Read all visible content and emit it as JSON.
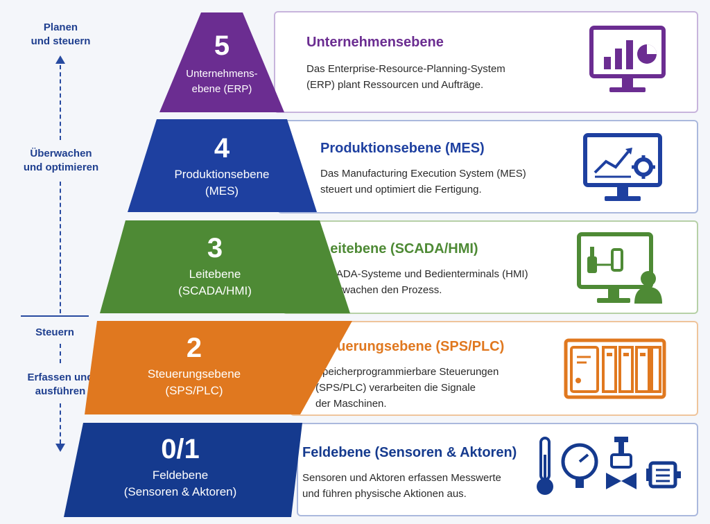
{
  "axis": {
    "top_label": "Planen\nund steuern",
    "mid_label": "Überwachen\nund optimieren",
    "steuern_label": "Steuern",
    "bottom_label": "Erfassen und\nausführen"
  },
  "colors": {
    "purple": "#6b2d91",
    "blue": "#1e40a0",
    "green": "#4e8a35",
    "orange": "#e0781f",
    "navy": "#153a8e"
  },
  "levels": [
    {
      "number": "5",
      "label": "Unternehmens-\nebene (ERP)",
      "title": "Unternehmensebene",
      "text": "Das Enterprise-Resource-Planning-System\n(ERP) plant Ressourcen und Aufträge.",
      "icon": "monitor-chart-icon",
      "color": "#6b2d91"
    },
    {
      "number": "4",
      "label": "Produktionsebene\n(MES)",
      "title": "Produktionsebene (MES)",
      "text": "Das Manufacturing Execution System (MES)\nsteuert und optimiert die Fertigung.",
      "icon": "monitor-gear-icon",
      "color": "#1e40a0"
    },
    {
      "number": "3",
      "label": "Leitebene\n(SCADA/HMI)",
      "title": "Leitebene (SCADA/HMI)",
      "text": "SCADA-Systeme und Bedienterminals (HMI)\nüberwachen den Prozess.",
      "icon": "monitor-operator-icon",
      "color": "#4e8a35"
    },
    {
      "number": "2",
      "label": "Steuerungsebene\n(SPS/PLC)",
      "title": "Steuerungsebene (SPS/PLC)",
      "text": "Speicherprogrammierbare Steuerungen\n(SPS/PLC) verarbeiten die Signale\nder Maschinen.",
      "icon": "plc-rack-icon",
      "color": "#e0781f"
    },
    {
      "number": "0/1",
      "label": "Feldebene\n(Sensoren & Aktoren)",
      "title": "Feldebene (Sensoren & Aktoren)",
      "text": "Sensoren und Aktoren erfassen Messwerte\nund führen physische Aktionen aus.",
      "icon": "field-devices-icon",
      "color": "#153a8e"
    }
  ]
}
